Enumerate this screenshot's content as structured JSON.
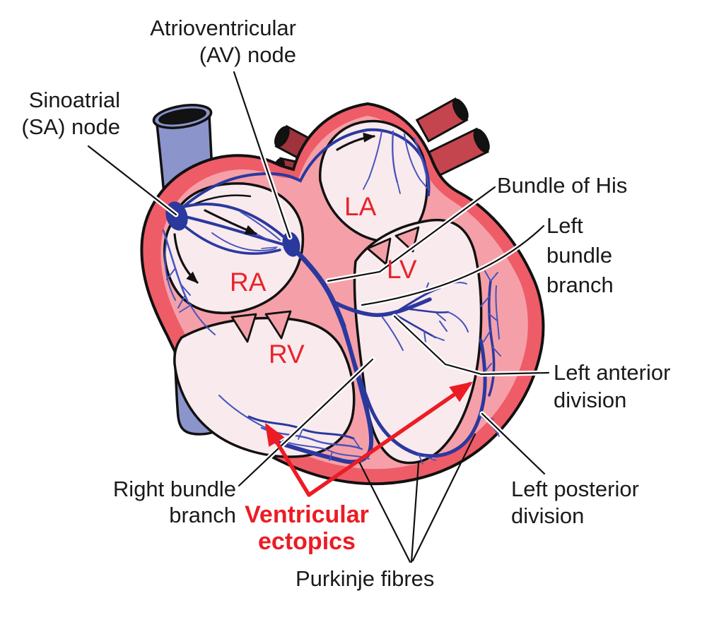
{
  "figure": {
    "type": "anatomical-diagram",
    "subject": "Cross-section of the heart showing the electrical conduction system and sites of ventricular ectopics"
  },
  "colors": {
    "heart_wall_outer": "#EE5C68",
    "heart_wall_inner": "#F5A0A8",
    "chamber_fill": "#F9EAED",
    "outline": "#111111",
    "conduction_blue": "#2B389E",
    "conduction_blue_thin": "#4553BE",
    "vena_cava_blue": "#8B94CB",
    "artery_red": "#C4454E",
    "artery_dark_red": "#9E333B",
    "label_text": "#1A1A1A",
    "accent_red": "#EC1C24",
    "chamber_label_red": "#E8232B"
  },
  "labels": {
    "sa_node": {
      "lines": [
        "Sinoatrial",
        "(SA) node"
      ]
    },
    "av_node": {
      "lines": [
        "Atrioventricular",
        "(AV) node"
      ]
    },
    "bundle_of_his": {
      "lines": [
        "Bundle of His"
      ]
    },
    "left_bundle_branch": {
      "lines": [
        "Left",
        "bundle",
        "branch"
      ]
    },
    "left_anterior_division": {
      "lines": [
        "Left anterior",
        "division"
      ]
    },
    "left_posterior_division": {
      "lines": [
        "Left posterior",
        "division"
      ]
    },
    "right_bundle_branch": {
      "lines": [
        "Right bundle",
        "branch"
      ]
    },
    "ventricular_ectopics": {
      "lines": [
        "Ventricular",
        "ectopics"
      ]
    },
    "purkinje_fibres": {
      "lines": [
        "Purkinje fibres"
      ]
    },
    "chambers": {
      "right_atrium": "RA",
      "left_atrium": "LA",
      "right_ventricle": "RV",
      "left_ventricle": "LV"
    }
  }
}
